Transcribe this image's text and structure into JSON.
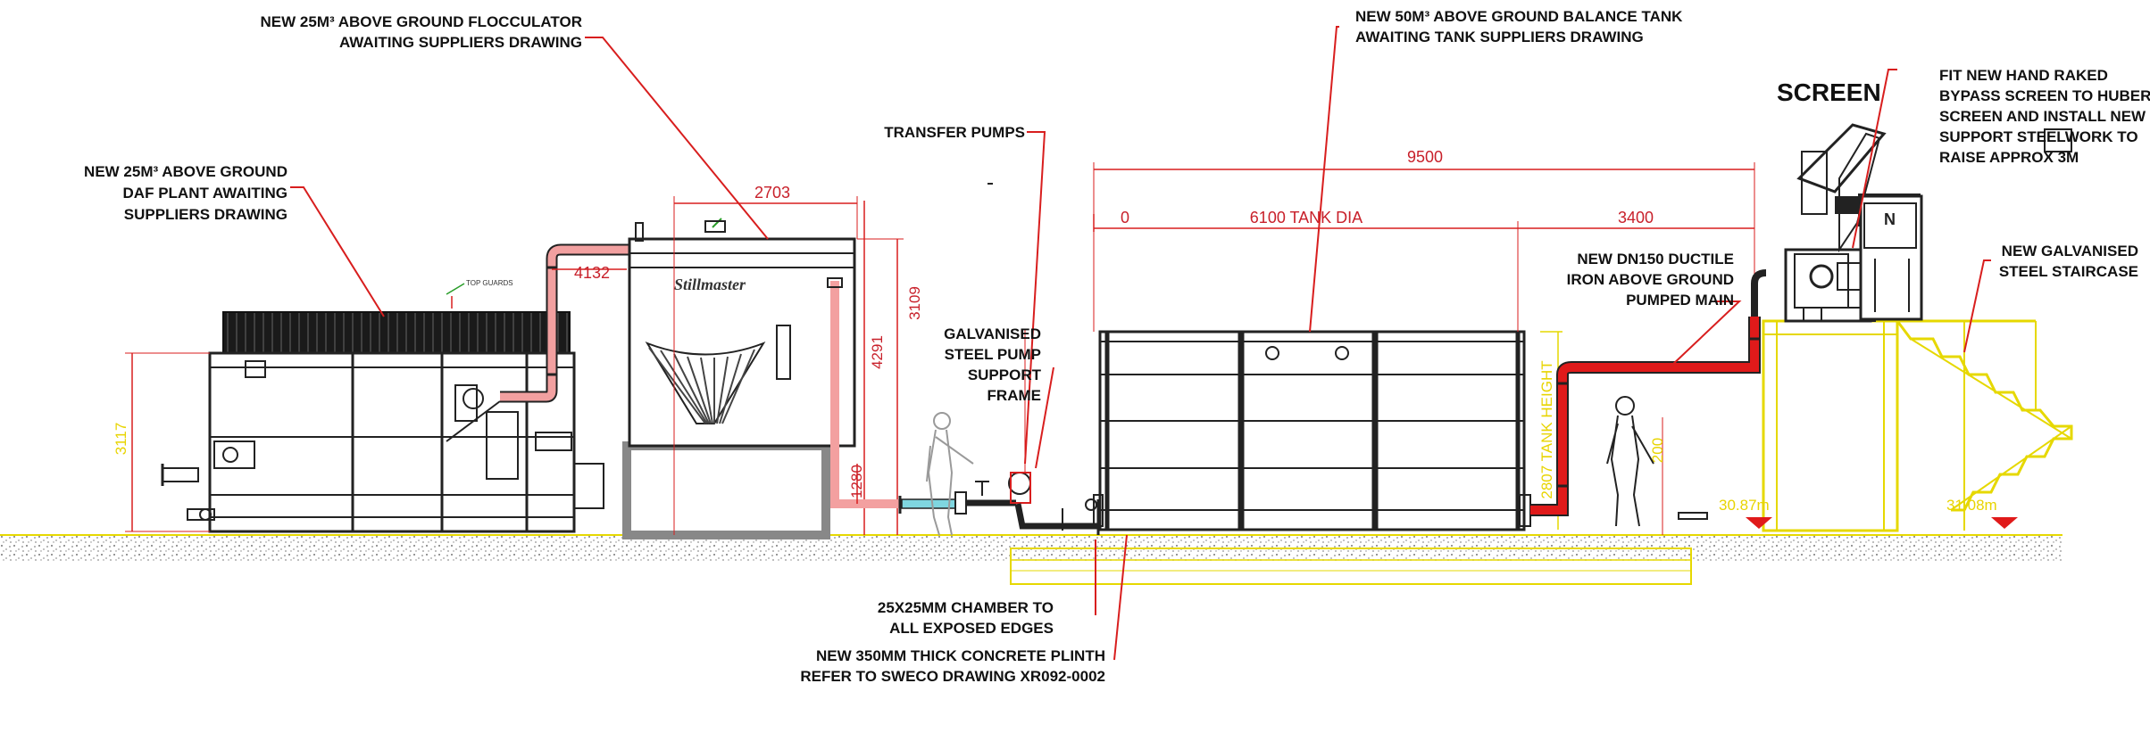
{
  "labels": {
    "daf_plant": [
      "NEW 25M³ ABOVE GROUND",
      "DAF PLANT AWAITING",
      "SUPPLIERS DRAWING"
    ],
    "flocculator": [
      "NEW 25M³ ABOVE GROUND FLOCCULATOR",
      "AWAITING SUPPLIERS DRAWING"
    ],
    "transfer_pumps": "TRANSFER PUMPS",
    "pump_frame": [
      "GALVANISED",
      "STEEL PUMP",
      "SUPPORT",
      "FRAME"
    ],
    "balance_tank": [
      "NEW 50M³ ABOVE GROUND BALANCE TANK",
      "AWAITING TANK SUPPLIERS DRAWING"
    ],
    "screen_title": "SCREEN",
    "bypass_screen": [
      "FIT NEW HAND RAKED",
      "BYPASS SCREEN TO HUBER",
      "SCREEN AND INSTALL NEW",
      "SUPPORT STEELWORK TO",
      "RAISE APPROX 3M"
    ],
    "staircase": [
      "NEW GALVANISED",
      "STEEL STAIRCASE"
    ],
    "pumped_main": [
      "NEW DN150 DUCTILE",
      "IRON ABOVE GROUND",
      "PUMPED MAIN"
    ],
    "chamfer": [
      "25X25MM CHAMBER TO",
      "ALL EXPOSED EDGES"
    ],
    "plinth": [
      "NEW 350MM THICK CONCRETE PLINTH",
      "REFER TO SWECO DRAWING XR092-0002"
    ]
  },
  "dimensions": {
    "daf_height": "3117",
    "pipe_4132": "4132",
    "floc_width": "2703",
    "floc_3109": "3109",
    "floc_4291": "4291",
    "pipe_1280": "1280",
    "overall_9500": "9500",
    "zero": "0",
    "tank_dia": "6100 TANK DIA",
    "gap_3400": "3400",
    "tank_height": "2807 TANK HEIGHT",
    "small_200": "200"
  },
  "levels": {
    "screen_level": "30.87m",
    "stair_level": "31.08m"
  },
  "misc": {
    "logo": "Stillmaster",
    "top_guards": "TOP GUARDS"
  },
  "colors": {
    "annotation_red": "#d81e1e",
    "pipe_red": "#e01a1a",
    "structure_yellow": "#f0e200",
    "line_black": "#222222"
  }
}
